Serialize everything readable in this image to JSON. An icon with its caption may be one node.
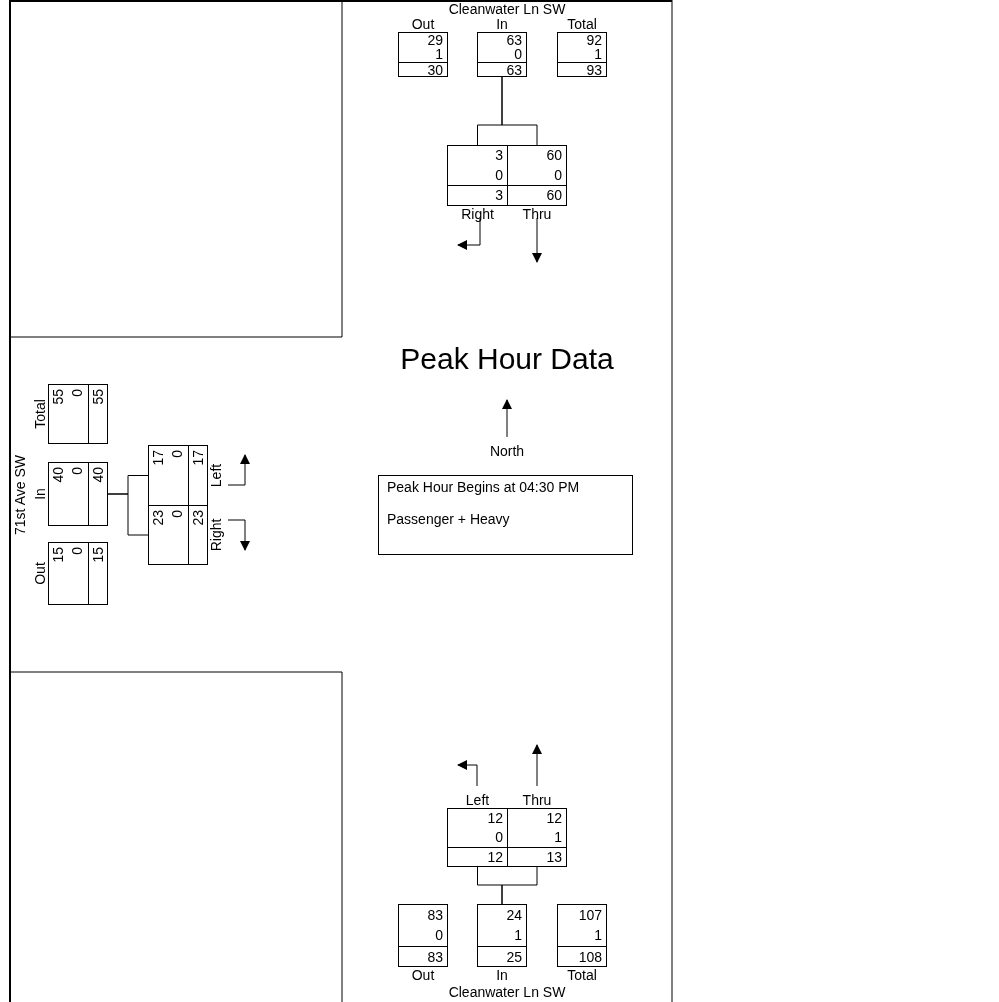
{
  "diagram": {
    "title": "Peak Hour Data",
    "nodes": [
      {
        "text": [
          "Out",
          "29",
          "1",
          "30"
        ]
      },
      {
        "text": [
          "In",
          "63",
          "0",
          "63"
        ]
      },
      {
        "text": [
          "Total",
          "92",
          "1",
          "93"
        ]
      },
      {
        "text": [
          "3",
          "0",
          "3",
          "Right"
        ]
      },
      {
        "text": [
          "60",
          "0",
          "60",
          "Thru"
        ]
      },
      {
        "text": [
          "Total",
          "55",
          "0",
          "55"
        ]
      },
      {
        "text": [
          "In",
          "40",
          "0",
          "40"
        ]
      },
      {
        "text": [
          "Out",
          "15",
          "0",
          "15"
        ]
      },
      {
        "text": [
          "17",
          "0",
          "17",
          "Left"
        ]
      },
      {
        "text": [
          "23",
          "0",
          "23",
          "Right"
        ]
      },
      {
        "text": [
          "Peak Hour Begins at 04:30 PM",
          "Passenger + Heavy"
        ]
      },
      {
        "text": [
          "Left",
          "12",
          "0",
          "12"
        ]
      },
      {
        "text": [
          "Thru",
          "12",
          "1",
          "13"
        ]
      },
      {
        "text": [
          "83",
          "0",
          "83",
          "Out"
        ]
      },
      {
        "text": [
          "24",
          "1",
          "25",
          "In"
        ]
      },
      {
        "text": [
          "107",
          "1",
          "108",
          "Total"
        ]
      }
    ],
    "edges": [
      {
        "from": 1,
        "to": 3,
        "arrow": "none"
      },
      {
        "from": 1,
        "to": 4,
        "arrow": "none"
      },
      {
        "from": 6,
        "to": 8,
        "arrow": "none"
      },
      {
        "from": 6,
        "to": 9,
        "arrow": "none"
      },
      {
        "from": 14,
        "to": 11,
        "arrow": "none"
      },
      {
        "from": 14,
        "to": 12,
        "arrow": "none"
      }
    ],
    "labels": [
      "Cleanwater Ln SW",
      "71st Ave SW",
      "North",
      "Cleanwater Ln SW"
    ]
  }
}
